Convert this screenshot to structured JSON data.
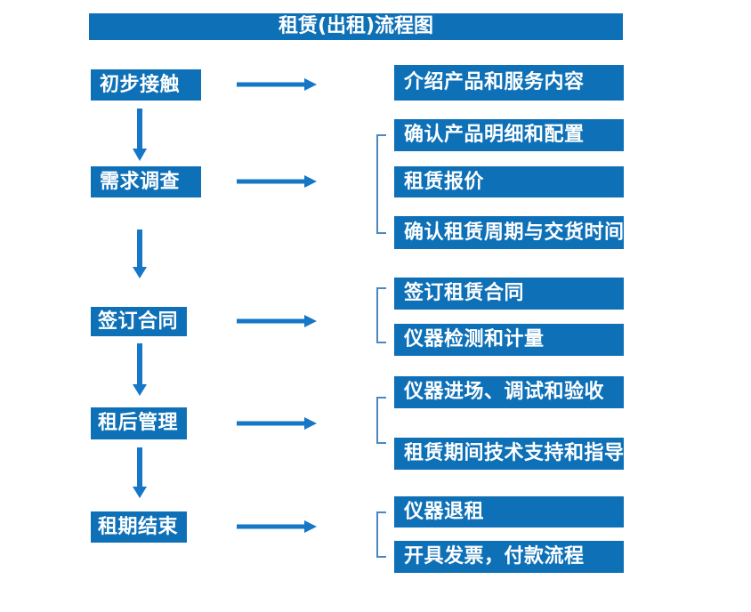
{
  "title": "租赁(出租)流程图",
  "colors": {
    "background": "#FFFFFF",
    "box_fill": "#0E70B7",
    "box_text": "#FFFFFF",
    "arrow": "#1677C6",
    "bracket": "#4C87C4"
  },
  "stages": [
    {
      "label": "初步接触",
      "details": [
        "介绍产品和服务内容"
      ]
    },
    {
      "label": "需求调查",
      "details": [
        "确认产品明细和配置",
        "租赁报价",
        "确认租赁周期与交货时间"
      ]
    },
    {
      "label": "签订合同",
      "details": [
        "签订租赁合同",
        "仪器检测和计量"
      ]
    },
    {
      "label": "租后管理",
      "details": [
        "仪器进场、调试和验收",
        "租赁期间技术支持和指导"
      ]
    },
    {
      "label": "租期结束",
      "details": [
        "仪器退租",
        "开具发票，付款流程"
      ]
    }
  ]
}
